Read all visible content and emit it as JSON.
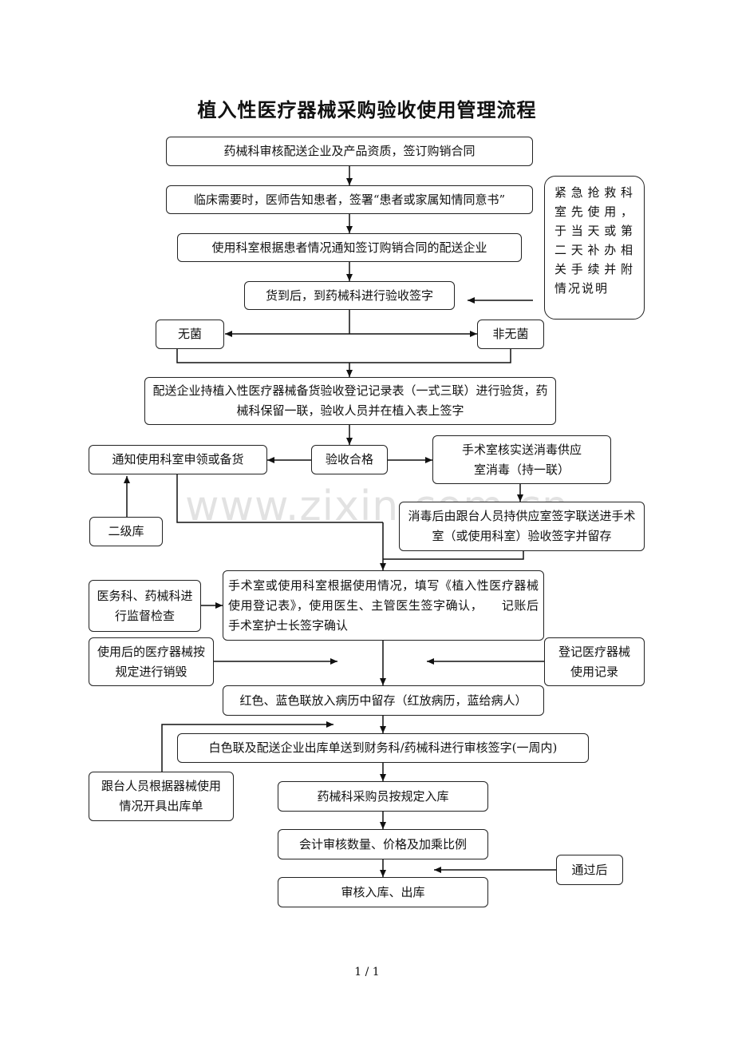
{
  "title": "植入性医疗器械采购验收使用管理流程",
  "watermark": "www.zixin.com.cn",
  "footer": "1 / 1",
  "nodes": {
    "n1": "药械科审核配送企业及产品资质，签订购销合同",
    "n2": "临床需要时，医师告知患者，签署“患者或家属知情同意书”",
    "n3": "使用科室根据患者情况通知签订购销合同的配送企业",
    "n4": "货到后，到药械科进行验收签字",
    "emergency": "紧急抢救科室先使用，于当天或第二天补办相关手续并附情况说明",
    "sterile": "无菌",
    "nonsterile": "非无菌",
    "n5": "配送企业持植入性医疗器械备货验收登记记录表（一式三联）进行验货，药械科保留一联，验收人员并在植入表上签字",
    "accept": "验收合格",
    "notify": "通知使用科室申领或备货",
    "secondary": "二级库",
    "or_check": "手术室核实送消毒供应室消毒（持一联）",
    "after_disinfect": "消毒后由跟台人员持供应室签字联送进手术室（或使用科室）验收签字并留存",
    "supervise": "医务科、药械科进行监督检查",
    "n6": "手术室或使用科室根据使用情况，填写《植入性医疗器械使用登记表》，使用医生、主管医生签字确认，　　记账后手术室护士长签字确认",
    "destroy": "使用后的医疗器械按规定进行销毁",
    "register": "登记医疗器械使用记录",
    "n7": "红色、蓝色联放入病历中留存（红放病历，蓝给病人）",
    "n8": "白色联及配送企业出库单送到财务科/药械科进行审核签字(一周内)",
    "follow": "跟台人员根据器械使用情况开具出库单",
    "n9": "药械科采购员按规定入库",
    "n10": "会计审核数量、价格及加乘比例",
    "passed": "通过后",
    "n11": "审核入库、出库"
  }
}
